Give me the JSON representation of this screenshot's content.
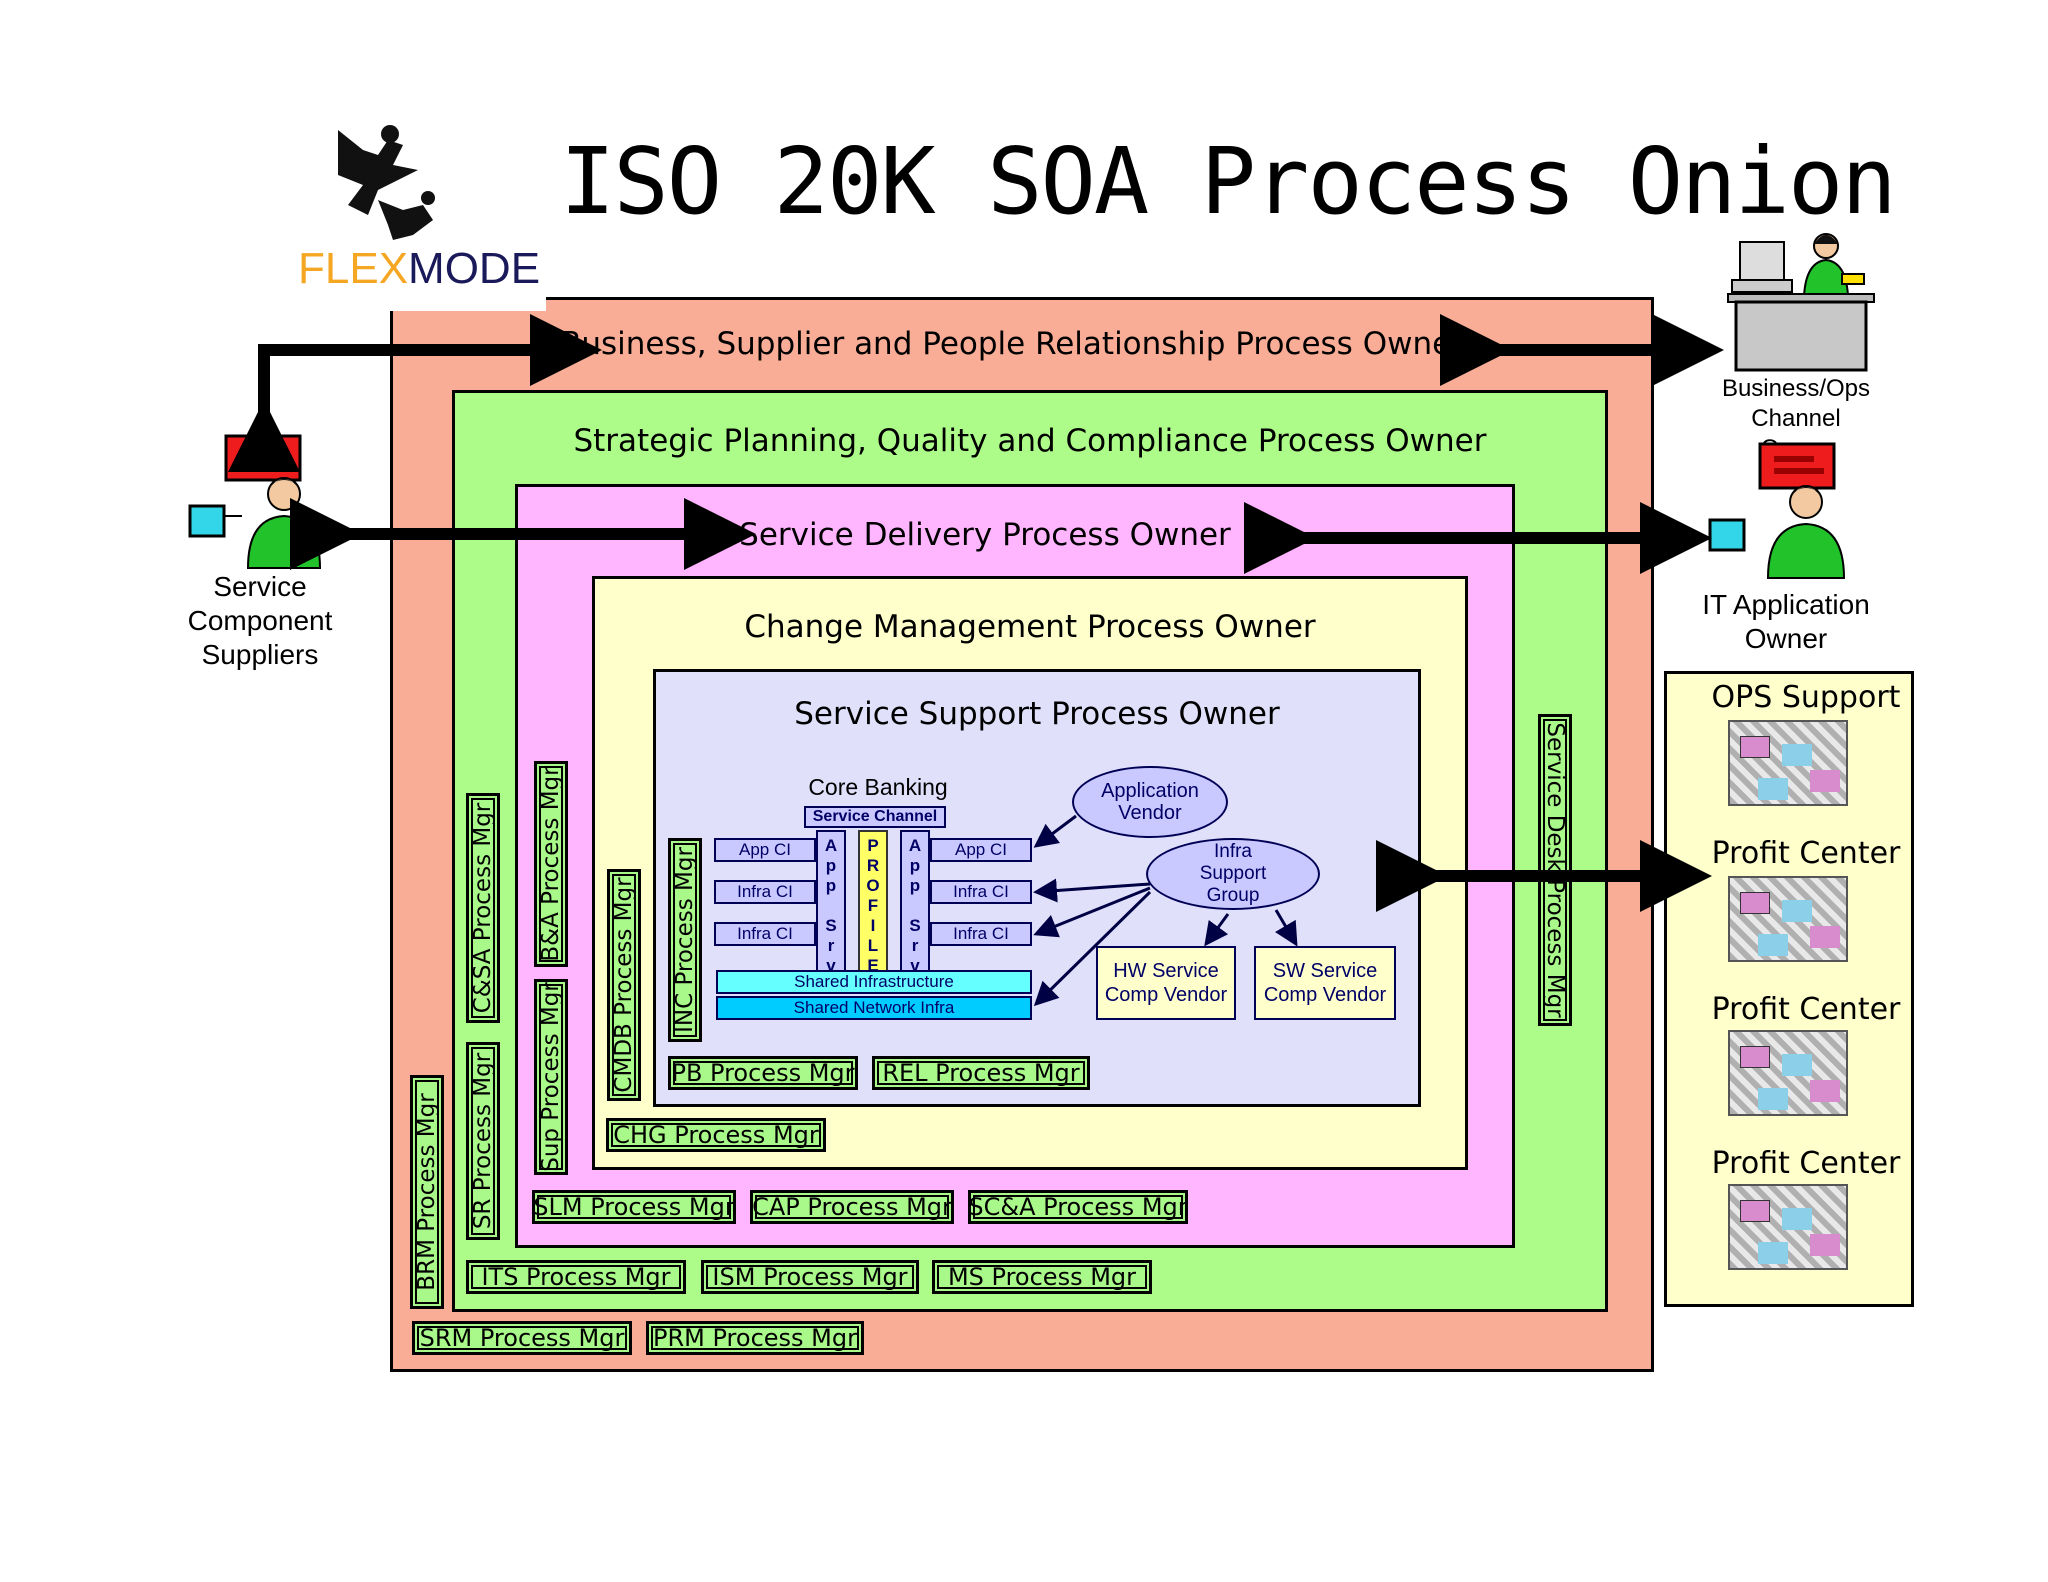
{
  "title": "ISO 20K SOA Process Onion",
  "logo": {
    "text_a": "FLEX",
    "text_b": "MODE",
    "color_a": "#f5a623",
    "color_b": "#1a1a5a"
  },
  "colors": {
    "outer": "#f9ad96",
    "strategic": "#adfc8a",
    "delivery": "#ffb6ff",
    "change": "#ffffcc",
    "support": "#e0e0fb",
    "mgr": "#a9f98a"
  },
  "layers": {
    "outer_title": "Business, Supplier and People Relationship Process Owner",
    "strategic_title": "Strategic Planning, Quality and Compliance Process Owner",
    "delivery_title": "Service Delivery Process Owner",
    "change_title": "Change Management Process Owner",
    "support_title": "Service Support Process Owner"
  },
  "managers": {
    "brm": "BRM Process Mgr",
    "srm": "SRM Process Mgr",
    "prm": "PRM Process Mgr",
    "csa": "C&SA Process Mgr",
    "sr": "SR Process Mgr",
    "its": "ITS Process Mgr",
    "ism": "ISM Process Mgr",
    "ms": "MS Process Mgr",
    "ba": "B&A Process Mgr",
    "sup": "Sup Process Mgr",
    "slm": "SLM Process Mgr",
    "cap": "CAP Process Mgr",
    "sca": "SC&A Process Mgr",
    "cmdb": "CMDB Process Mgr",
    "chg": "CHG Process Mgr",
    "inc": "INC Process Mgr",
    "pb": "PB Process Mgr",
    "rel": "REL Process Mgr",
    "sd": "Service Desk Process Mgr"
  },
  "core": {
    "title": "Core Banking",
    "channel": "Service Channel",
    "app_srv": "A\np\np\n \nS\nr\nv",
    "profile": "P\nR\nO\nF\nI\nL\nE",
    "app_ci": "App CI",
    "infra_ci": "Infra CI",
    "shared_infra": "Shared Infrastructure",
    "shared_net": "Shared Network Infra"
  },
  "vendors": {
    "app_vendor": "Application\nVendor",
    "infra_group": "Infra\nSupport\nGroup",
    "hw": "HW Service\nComp Vendor",
    "sw": "SW Service\nComp Vendor"
  },
  "actors": {
    "suppliers": "Service\nComponent\nSuppliers",
    "channel_owner": "Business/Ops Channel\nOwner",
    "it_owner": "IT Application\nOwner"
  },
  "ops": {
    "ops_support": "OPS Support",
    "profit_1": "Profit Center",
    "profit_2": "Profit Center",
    "profit_3": "Profit Center"
  }
}
